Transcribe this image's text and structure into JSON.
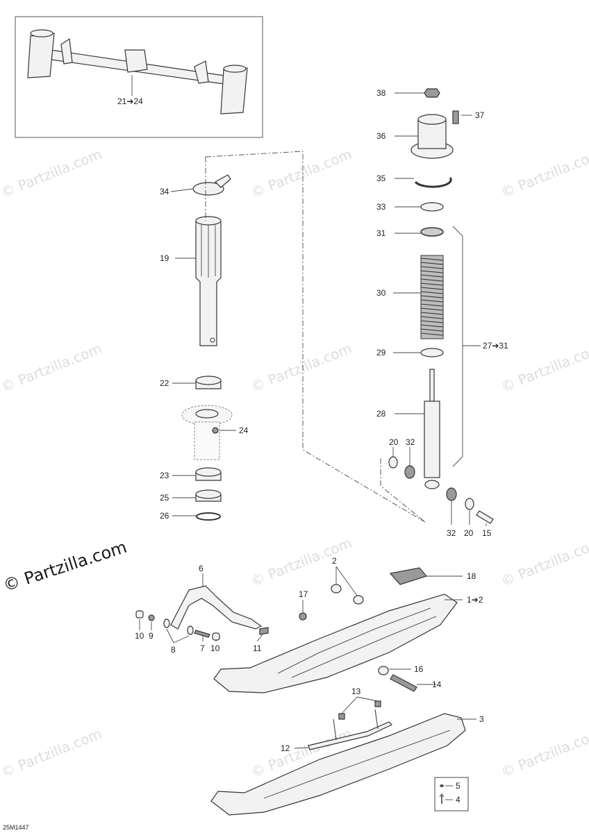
{
  "diagram_code": "25M1447",
  "watermarks": {
    "text": "© Partzilla.com",
    "prominent": "© Partzilla.com"
  },
  "callouts": {
    "c21_24": "21➔24",
    "c38": "38",
    "c37": "37",
    "c36": "36",
    "c35": "35",
    "c33": "33",
    "c31": "31",
    "c30": "30",
    "c29": "29",
    "c28": "28",
    "c27_31": "27➔31",
    "c34": "34",
    "c19": "19",
    "c22": "22",
    "c24": "24",
    "c23": "23",
    "c25": "25",
    "c26": "26",
    "c20a": "20",
    "c32a": "32",
    "c32b": "32",
    "c20b": "20",
    "c15": "15",
    "c6": "6",
    "c2": "2",
    "c18": "18",
    "c17": "17",
    "c1_2": "1➔2",
    "c10a": "10",
    "c9": "9",
    "c8": "8",
    "c7": "7",
    "c10b": "10",
    "c11": "11",
    "c16": "16",
    "c14": "14",
    "c13": "13",
    "c3": "3",
    "c12": "12",
    "c5": "5",
    "c4": "4"
  }
}
